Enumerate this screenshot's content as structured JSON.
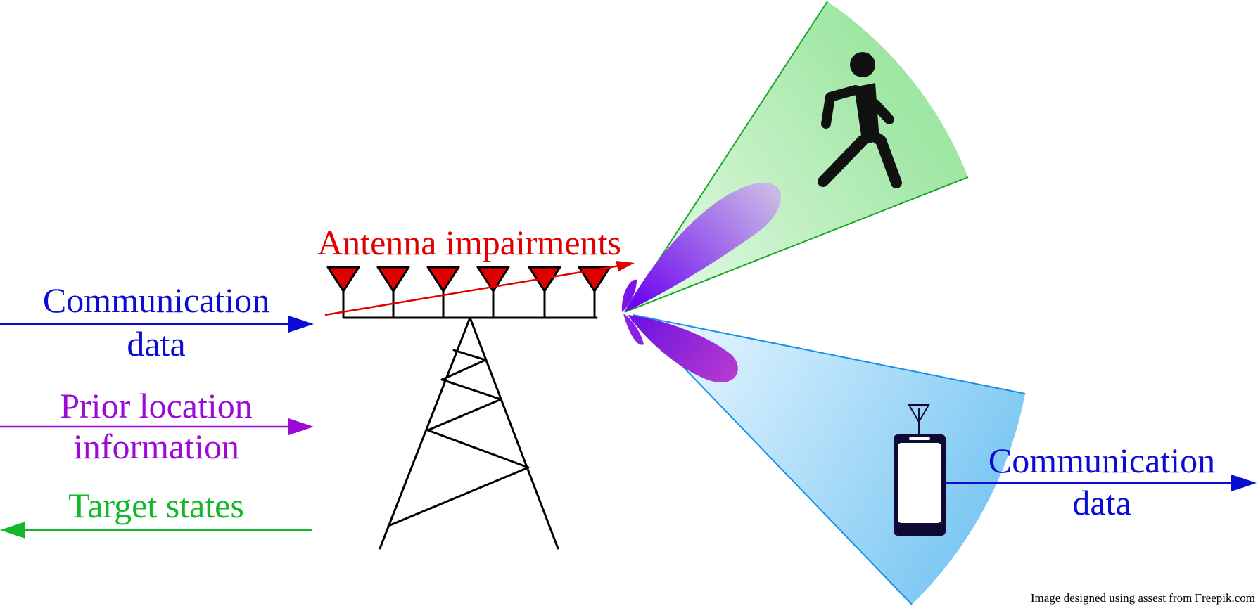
{
  "labels": {
    "comm_in_line1": "Communication",
    "comm_in_line2": "data",
    "prior_line1": "Prior location",
    "prior_line2": "information",
    "target_states": "Target states",
    "antenna_impairments": "Antenna impairments",
    "comm_out_line1": "Communication",
    "comm_out_line2": "data"
  },
  "credit": "Image designed using assest from Freepik.com",
  "icons": {
    "tower": "transmission-tower-icon",
    "antenna": "antenna-icon",
    "pedestrian": "walking-person-icon",
    "phone": "mobile-phone-icon"
  },
  "colors": {
    "communication": "#0b0bd6",
    "prior_location": "#9a0bd6",
    "target_states": "#13b82a",
    "impairments": "#e00000",
    "beam": "#7a14e8",
    "sensing_sector": "#18b02a",
    "comm_sector": "#1a8ee6",
    "device": "#0f0a33"
  }
}
